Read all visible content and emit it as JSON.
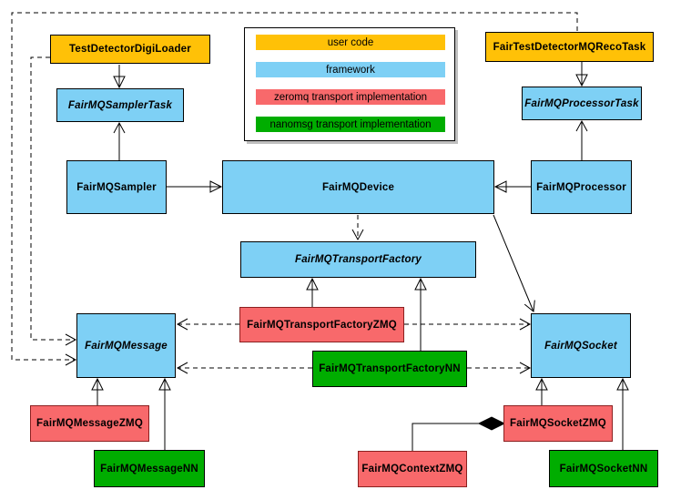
{
  "diagram": {
    "type": "uml-class-diagram",
    "subject": "FairMQ framework class relationships"
  },
  "colors": {
    "user_code": "#FFC107",
    "framework": "#7ED0F5",
    "zeromq": "#F8696B",
    "nanomsg": "#00AD00"
  },
  "legend": {
    "items": [
      {
        "label": "user code",
        "color": "#FFC107"
      },
      {
        "label": "framework",
        "color": "#7ED0F5"
      },
      {
        "label": "zeromq transport implementation",
        "color": "#F8696B"
      },
      {
        "label": "nanomsg transport implementation",
        "color": "#00AD00"
      }
    ]
  },
  "nodes": {
    "test_detector_digi_loader": {
      "label": "TestDetectorDigiLoader",
      "category": "user code"
    },
    "fair_test_detector_mq_reco_task": {
      "label": "FairTestDetectorMQRecoTask",
      "category": "user code"
    },
    "fair_mq_sampler_task": {
      "label": "FairMQSamplerTask",
      "category": "framework"
    },
    "fair_mq_processor_task": {
      "label": "FairMQProcessorTask",
      "category": "framework"
    },
    "fair_mq_sampler": {
      "label": "FairMQSampler",
      "category": "framework"
    },
    "fair_mq_device": {
      "label": "FairMQDevice",
      "category": "framework"
    },
    "fair_mq_processor": {
      "label": "FairMQProcessor",
      "category": "framework"
    },
    "fair_mq_transport_factory": {
      "label": "FairMQTransportFactory",
      "category": "framework"
    },
    "fair_mq_transport_factory_zmq": {
      "label": "FairMQTransportFactoryZMQ",
      "category": "zeromq"
    },
    "fair_mq_transport_factory_nn": {
      "label": "FairMQTransportFactoryNN",
      "category": "nanomsg"
    },
    "fair_mq_message": {
      "label": "FairMQMessage",
      "category": "framework"
    },
    "fair_mq_socket": {
      "label": "FairMQSocket",
      "category": "framework"
    },
    "fair_mq_message_zmq": {
      "label": "FairMQMessageZMQ",
      "category": "zeromq"
    },
    "fair_mq_message_nn": {
      "label": "FairMQMessageNN",
      "category": "nanomsg"
    },
    "fair_mq_context_zmq": {
      "label": "FairMQContextZMQ",
      "category": "zeromq"
    },
    "fair_mq_socket_zmq": {
      "label": "FairMQSocketZMQ",
      "category": "zeromq"
    },
    "fair_mq_socket_nn": {
      "label": "FairMQSocketNN",
      "category": "nanomsg"
    }
  },
  "edges": [
    {
      "from": "TestDetectorDigiLoader",
      "to": "FairMQSamplerTask",
      "type": "generalization"
    },
    {
      "from": "FairTestDetectorMQRecoTask",
      "to": "FairMQProcessorTask",
      "type": "generalization"
    },
    {
      "from": "FairMQSampler",
      "to": "FairMQSamplerTask",
      "type": "arrow"
    },
    {
      "from": "FairMQProcessor",
      "to": "FairMQProcessorTask",
      "type": "arrow"
    },
    {
      "from": "FairMQSampler",
      "to": "FairMQDevice",
      "type": "generalization"
    },
    {
      "from": "FairMQProcessor",
      "to": "FairMQDevice",
      "type": "generalization"
    },
    {
      "from": "FairMQDevice",
      "to": "FairMQTransportFactory",
      "type": "dashed-dependency"
    },
    {
      "from": "FairMQDevice",
      "to": "FairMQSocket",
      "type": "arrow"
    },
    {
      "from": "FairMQTransportFactoryZMQ",
      "to": "FairMQTransportFactory",
      "type": "generalization"
    },
    {
      "from": "FairMQTransportFactoryNN",
      "to": "FairMQTransportFactory",
      "type": "generalization"
    },
    {
      "from": "FairMQTransportFactoryZMQ",
      "to": "FairMQMessage",
      "type": "dashed-dependency"
    },
    {
      "from": "FairMQTransportFactoryZMQ",
      "to": "FairMQSocket",
      "type": "dashed-dependency"
    },
    {
      "from": "FairMQTransportFactoryNN",
      "to": "FairMQMessage",
      "type": "dashed-dependency"
    },
    {
      "from": "FairMQTransportFactoryNN",
      "to": "FairMQSocket",
      "type": "dashed-dependency"
    },
    {
      "from": "TestDetectorDigiLoader",
      "to": "FairMQMessage",
      "type": "dashed-dependency"
    },
    {
      "from": "FairTestDetectorMQRecoTask",
      "to": "FairMQMessage",
      "type": "dashed-dependency"
    },
    {
      "from": "FairMQMessageZMQ",
      "to": "FairMQMessage",
      "type": "generalization"
    },
    {
      "from": "FairMQMessageNN",
      "to": "FairMQMessage",
      "type": "generalization"
    },
    {
      "from": "FairMQSocketZMQ",
      "to": "FairMQSocket",
      "type": "generalization"
    },
    {
      "from": "FairMQSocketNN",
      "to": "FairMQSocket",
      "type": "generalization"
    },
    {
      "from": "FairMQContextZMQ",
      "to": "FairMQSocketZMQ",
      "type": "composition"
    }
  ]
}
